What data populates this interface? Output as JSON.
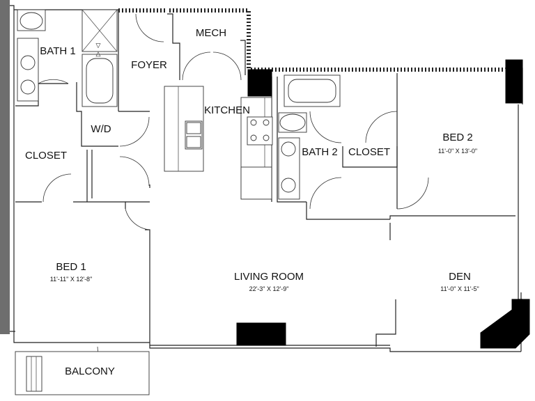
{
  "plan": {
    "rooms": {
      "bath1": {
        "name": "BATH 1"
      },
      "foyer": {
        "name": "FOYER"
      },
      "mech": {
        "name": "MECH"
      },
      "kitchen": {
        "name": "KITCHEN"
      },
      "wd": {
        "name": "W/D"
      },
      "closet1": {
        "name": "CLOSET"
      },
      "bath2": {
        "name": "BATH 2"
      },
      "closet2": {
        "name": "CLOSET"
      },
      "bed2": {
        "name": "BED 2",
        "dims": "11'-0\" X 13'-0\""
      },
      "bed1": {
        "name": "BED 1",
        "dims": "11'-11\" X 12'-8\""
      },
      "living": {
        "name": "LIVING ROOM",
        "dims": "22'-3\" X 12'-9\""
      },
      "den": {
        "name": "DEN",
        "dims": "11'-0\" X 11'-5\""
      },
      "balcony": {
        "name": "BALCONY"
      }
    },
    "colors": {
      "wall": "#222222",
      "fill": "#000000",
      "exterior": "#6e6e6e"
    }
  }
}
